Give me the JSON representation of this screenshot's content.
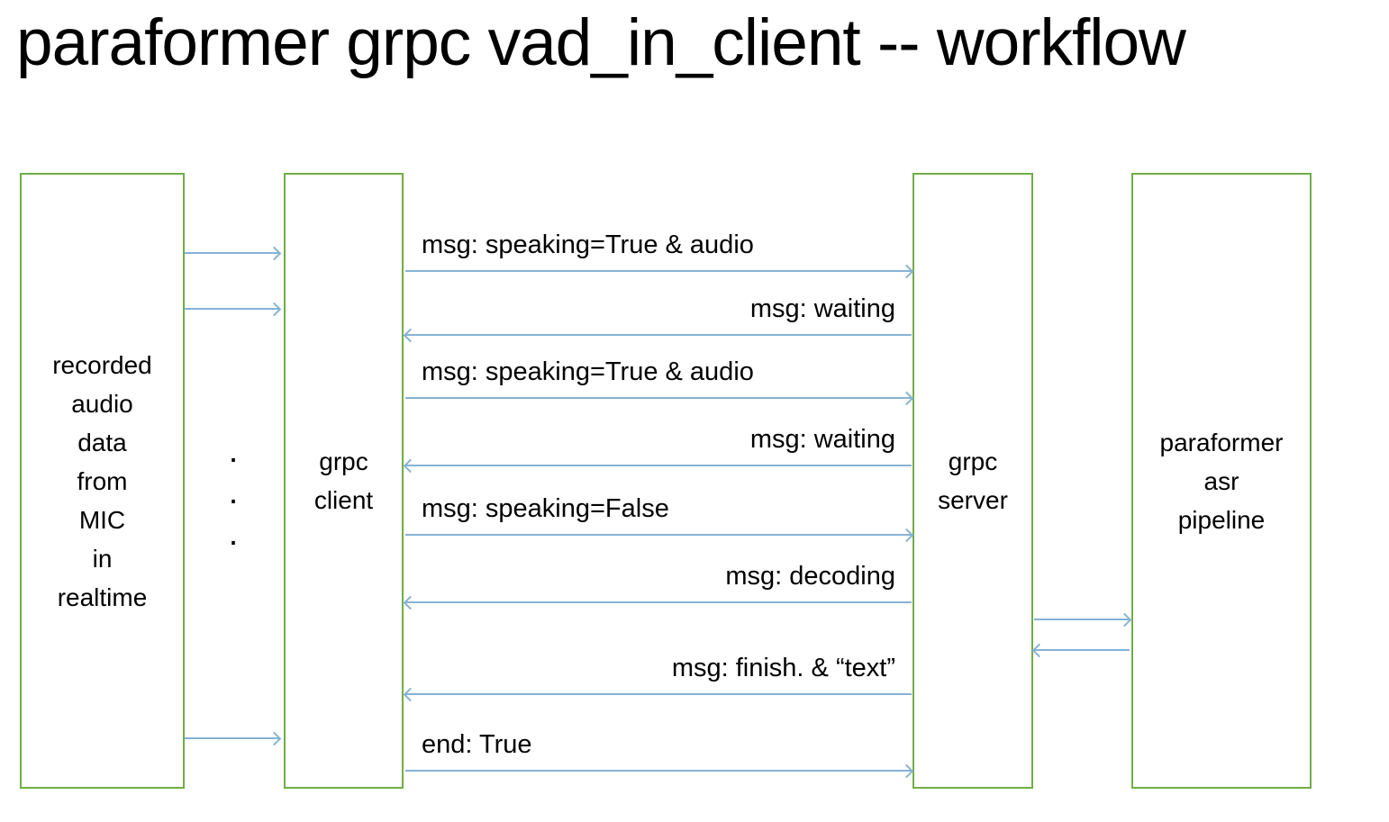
{
  "title": "paraformer grpc vad_in_client -- workflow",
  "colors": {
    "box_border": "#70ad47",
    "arrow": "#87b2d4",
    "ink": "#000000"
  },
  "nodes": {
    "mic": {
      "label": "recorded\naudio\ndata\nfrom\nMIC\nin\nrealtime"
    },
    "client": {
      "label": "grpc\nclient"
    },
    "server": {
      "label": "grpc\nserver"
    },
    "pipeline": {
      "label": "paraformer\nasr\npipeline"
    }
  },
  "mic_to_client": {
    "dots": ".\n.\n.",
    "arrow_count": 3,
    "direction": "right"
  },
  "messages": [
    {
      "label": "msg: speaking=True & audio",
      "direction": "right"
    },
    {
      "label": "msg: waiting",
      "direction": "left"
    },
    {
      "label": "msg: speaking=True & audio",
      "direction": "right"
    },
    {
      "label": "msg: waiting",
      "direction": "left"
    },
    {
      "label": "msg: speaking=False",
      "direction": "right"
    },
    {
      "label": "msg: decoding",
      "direction": "left"
    },
    {
      "label": "msg: finish. &  “text”",
      "direction": "left"
    },
    {
      "label": "end: True",
      "direction": "right"
    }
  ],
  "server_to_pipeline": {
    "arrows": [
      "right",
      "left"
    ]
  }
}
